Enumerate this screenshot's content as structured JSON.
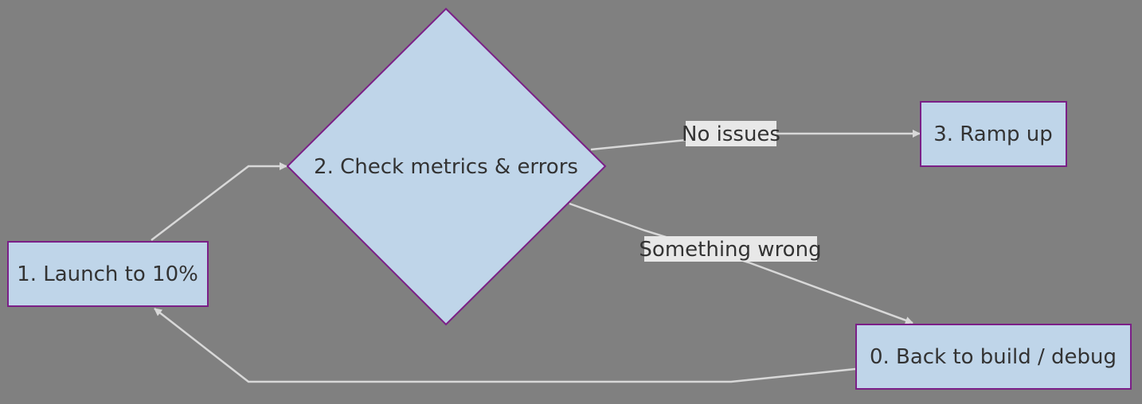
{
  "colors": {
    "background": "#808080",
    "node_fill": "#bfd5e9",
    "node_stroke": "#7b1f87",
    "edge": "#d8d8d8",
    "label_bg": "#e8e8e8",
    "text": "#333333"
  },
  "nodes": {
    "launch": {
      "label": "1. Launch to 10%"
    },
    "check": {
      "label": "2. Check metrics & errors"
    },
    "ramp": {
      "label": "3. Ramp up"
    },
    "debug": {
      "label": "0. Back to build / debug"
    }
  },
  "edges": {
    "no_issues": {
      "label": "No issues"
    },
    "something_wrong": {
      "label": "Something wrong"
    }
  }
}
